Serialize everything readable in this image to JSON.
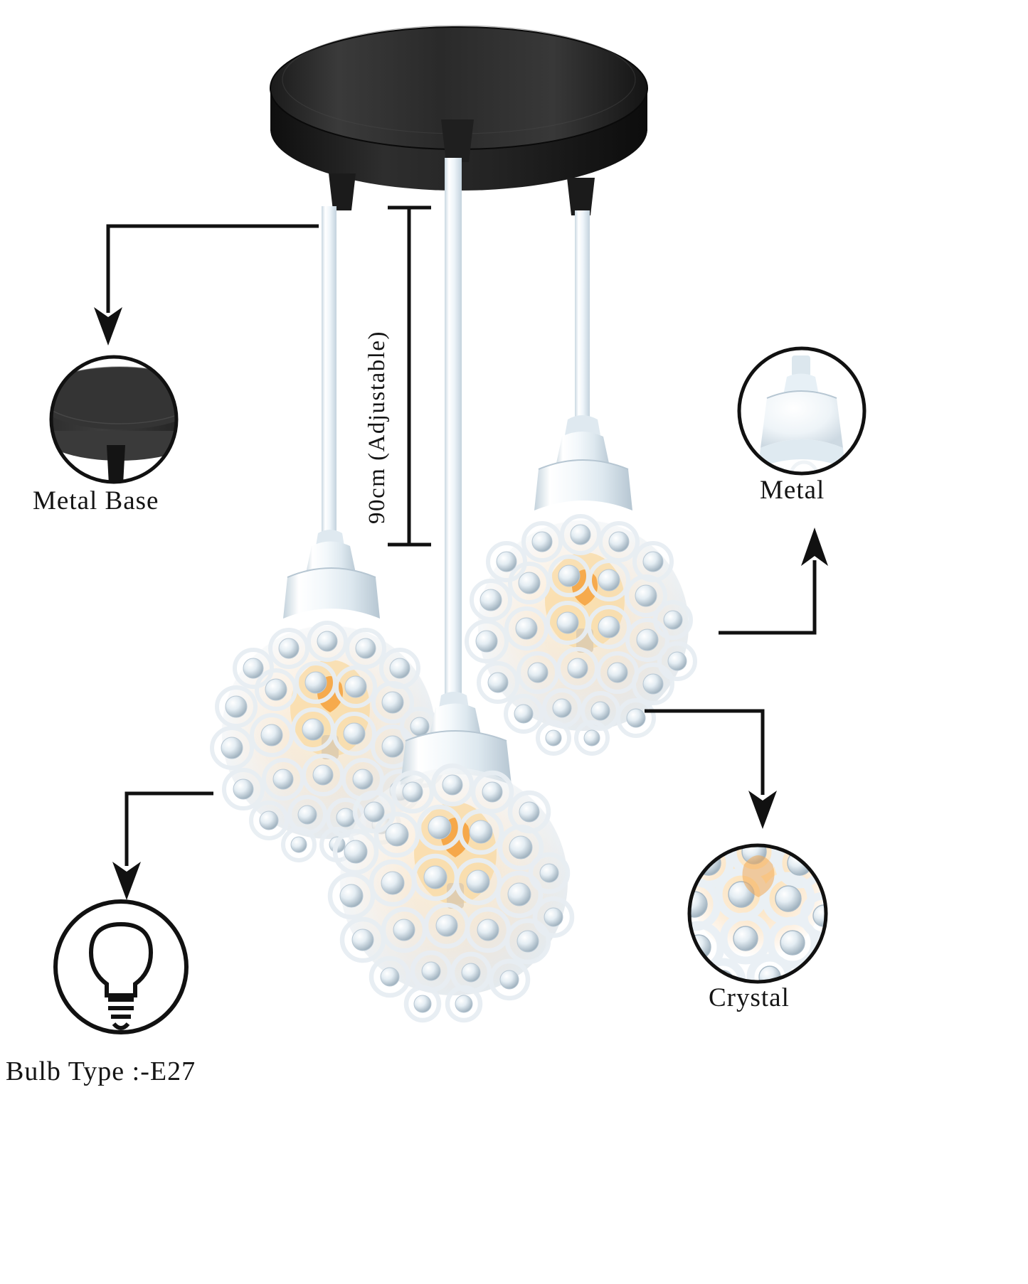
{
  "product": {
    "type": "3-light crystal pendant ceiling lamp",
    "background_color": "#ffffff",
    "base_color": "#2b2b2b",
    "shade_color": "#e9eef2",
    "cord_color": "#eef4f8",
    "filament_color": "#f4a94a",
    "line_color": "#111111"
  },
  "annotations": [
    {
      "id": "metal-base",
      "label": "Metal Base",
      "detail": "black round metal ceiling canopy",
      "position": "top-left"
    },
    {
      "id": "length",
      "label": "90cm (Adjustable)",
      "detail": "drop length dimension",
      "position": "center",
      "orientation": "vertical"
    },
    {
      "id": "metal",
      "label": "Metal",
      "detail": "white painted metal lamp holder",
      "position": "top-right"
    },
    {
      "id": "crystal",
      "label": "Crystal",
      "detail": "faceted crystal beads on shade",
      "position": "bottom-right"
    },
    {
      "id": "bulb-type",
      "label": "Bulb Type :-E27",
      "detail": "E27 screw base bulb",
      "position": "bottom-left"
    }
  ],
  "labels": {
    "metal_base": "Metal Base",
    "length": "90cm (Adjustable)",
    "metal": "Metal",
    "crystal": "Crystal",
    "bulb_type": "Bulb Type :-E27"
  },
  "icons": {
    "metal_base_inset": "circle-inset-canopy",
    "metal_inset": "circle-inset-lampholder",
    "crystal_inset": "circle-inset-crystal",
    "bulb_icon": "light-bulb-outline-icon",
    "arrow_down": "arrow-down-icon",
    "arrow_up": "arrow-up-icon",
    "dimension_line": "dimension-line-icon"
  }
}
